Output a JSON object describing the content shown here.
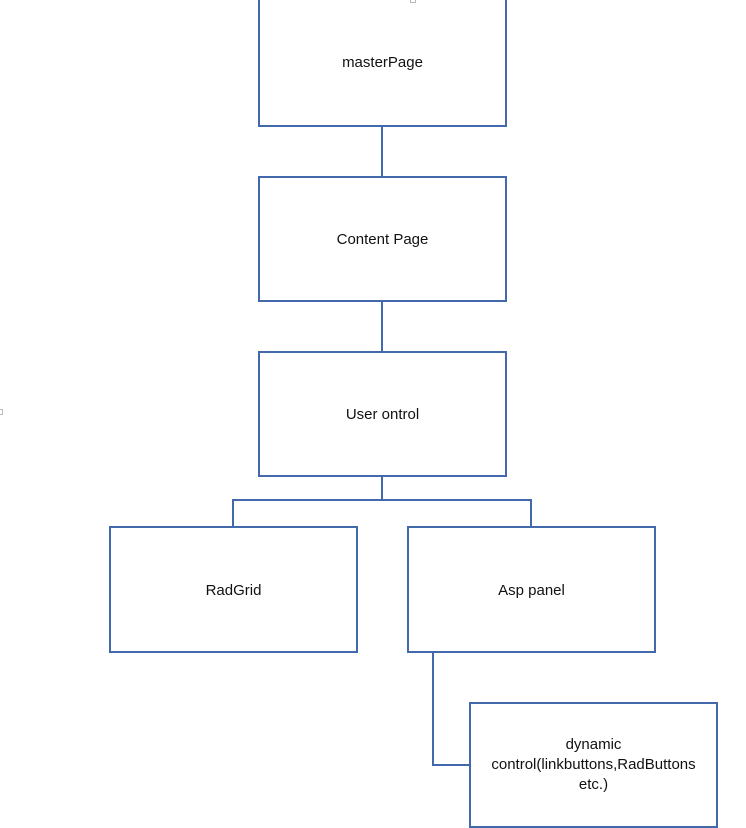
{
  "diagram": {
    "nodes": {
      "master_page": "masterPage",
      "content_page": "Content Page",
      "user_control": "User ontrol",
      "rad_grid": "RadGrid",
      "asp_panel": "Asp panel",
      "dynamic_control": {
        "line1": "dynamic",
        "line2": "control(linkbuttons,RadButtons",
        "line3": "etc.)"
      }
    },
    "edges": [
      [
        "master_page",
        "content_page"
      ],
      [
        "content_page",
        "user_control"
      ],
      [
        "user_control",
        "rad_grid"
      ],
      [
        "user_control",
        "asp_panel"
      ],
      [
        "asp_panel",
        "dynamic_control"
      ]
    ],
    "colors": {
      "stroke": "#4169AC",
      "text": "#111111",
      "background": "#ffffff"
    }
  }
}
